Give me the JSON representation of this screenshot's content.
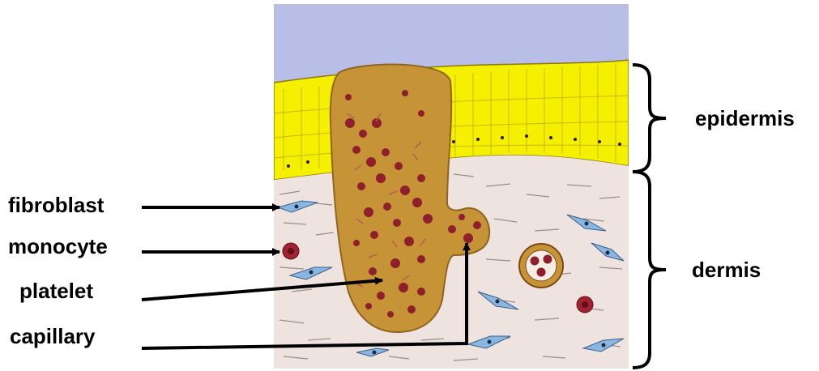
{
  "labels": {
    "left": [
      "fibroblast",
      "monocyte",
      "platelet",
      "capillary"
    ],
    "right": [
      "epidermis",
      "dermis"
    ]
  },
  "colors": {
    "sky": "#b8bee6",
    "epidermis": "#f4f000",
    "dermis": "#efe3df",
    "clot": "#c69436",
    "clot_outline": "#8f6520",
    "platelet": "#8f1f2a",
    "fibroblast": "#8ab6e2",
    "arrow": "#000000"
  }
}
